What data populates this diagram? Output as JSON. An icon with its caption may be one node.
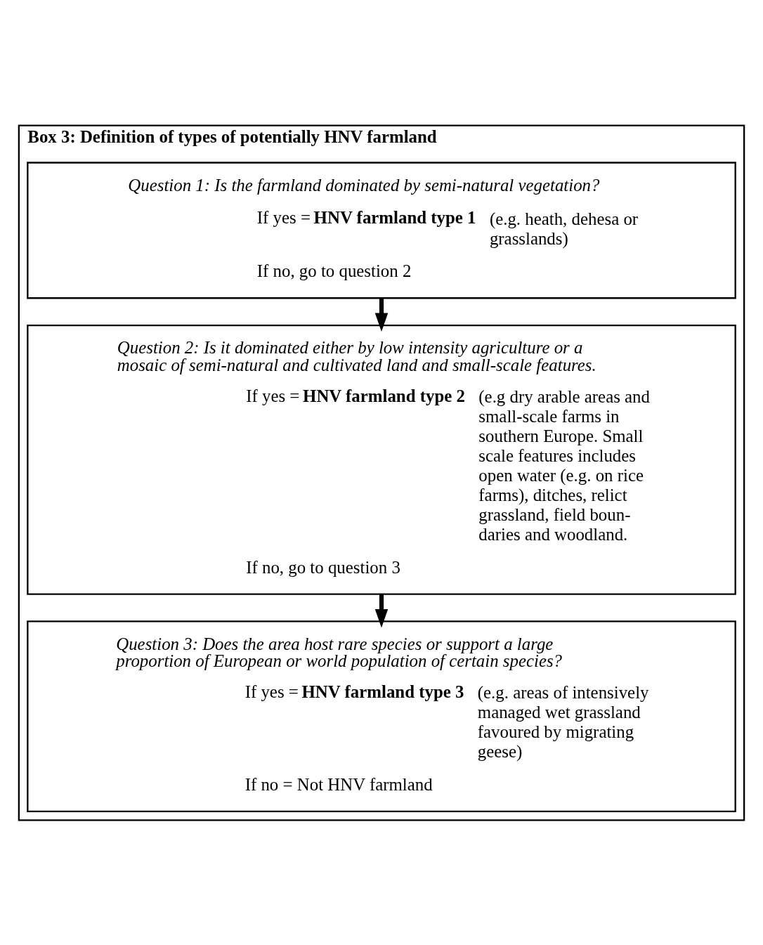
{
  "diagram": {
    "nodes": [
      {
        "text": [
          "Box 3: Definition of types of potentially HNV farmland"
        ]
      },
      {
        "text": [
          "Question 1: Is the farmland dominated by semi-natural vegetation?",
          "If yes = **HNV farmland type 1**",
          "(e.g. heath, dehesa or grasslands)",
          "If no, go to question 2"
        ],
        "in": 0
      },
      {
        "text": [
          "Question 2: Is it dominated either by low intensity agriculture or a mosaic of semi-natural and cultivated land and small-scale features.",
          "If yes = **HNV farmland type 2**",
          "(e.g dry arable areas and small-scale farms in southern Europe. Small scale features includes open water (e.g. on rice farms), ditches, relict grassland, field boun- daries and woodland.",
          "If no, go to question 3"
        ],
        "in": 0
      },
      {
        "text": [
          "Question 3: Does the area host rare species or support a large proportion of European or world population of certain species?",
          "If yes = **HNV farmland type 3**",
          "(e.g. areas of intensively managed wet grassland favoured by migrating geese)",
          "If no = Not HNV farmland"
        ],
        "in": 0
      }
    ],
    "edges": [
      {
        "from": 1,
        "to": 2,
        "arrow": "to"
      },
      {
        "from": 2,
        "to": 3,
        "arrow": "to"
      }
    ]
  }
}
